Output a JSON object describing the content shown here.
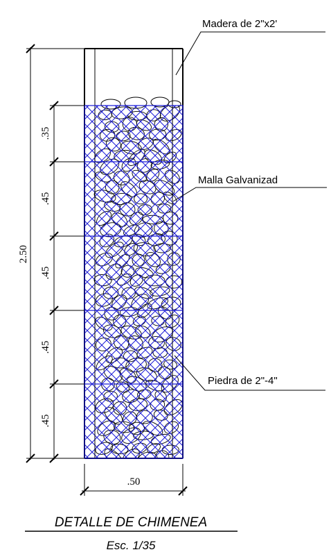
{
  "labels": {
    "wood": "Madera de 2\"x2'",
    "mesh": "Malla Galvanizad",
    "stone": "Piedra de 2\"-4\""
  },
  "dimensions": {
    "total_height": "2.50",
    "segments": [
      ".35",
      ".45",
      ".45",
      ".45",
      ".45"
    ],
    "width": ".50"
  },
  "title": "DETALLE DE CHIMENEA",
  "scale": "Esc. 1/35",
  "colors": {
    "mesh": "#1a1ad6",
    "lines": "#000000"
  }
}
